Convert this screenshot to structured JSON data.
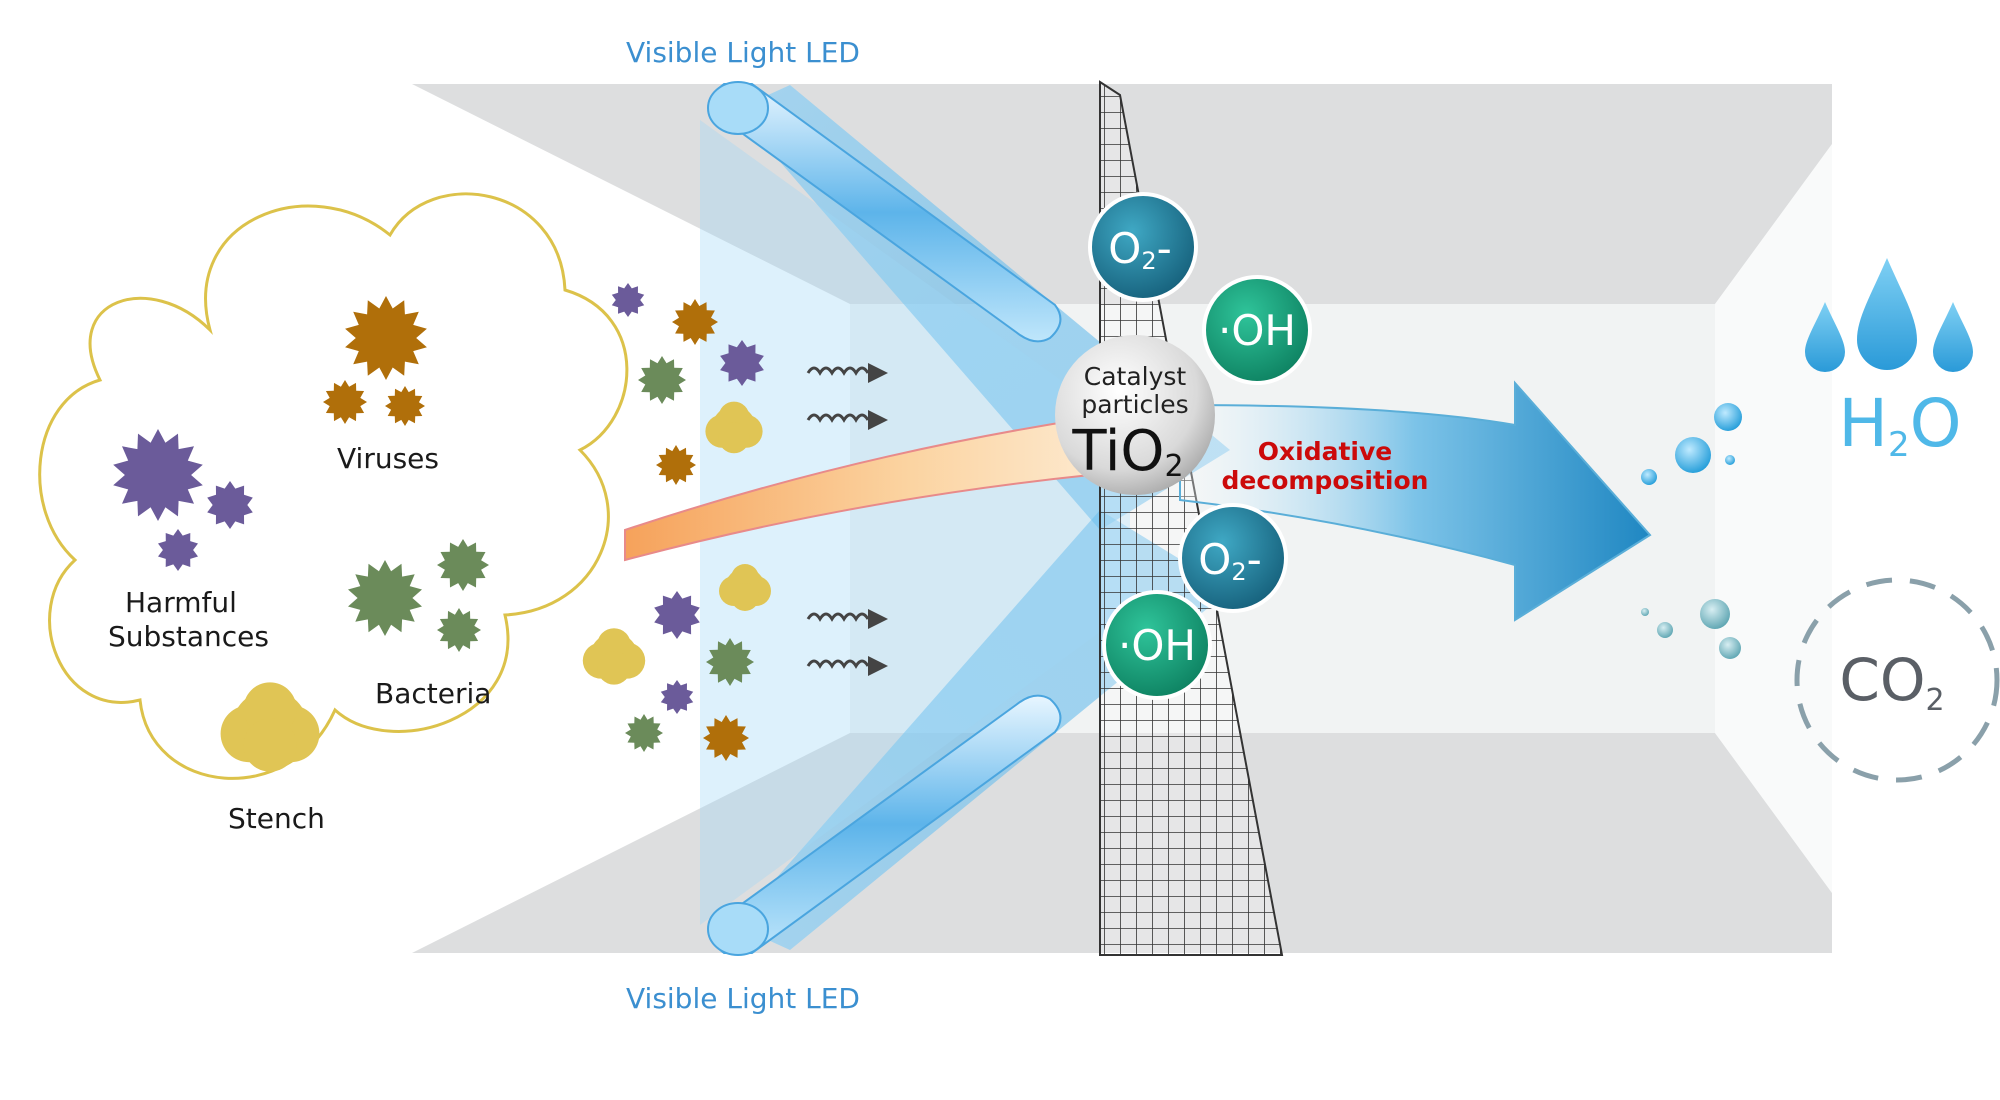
{
  "leds": {
    "top_label": "Visible Light LED",
    "bottom_label": "Visible Light LED"
  },
  "pollutants": {
    "viruses": "Viruses",
    "harmful_line1": "Harmful",
    "harmful_line2": "Substances",
    "bacteria": "Bacteria",
    "stench": "Stench"
  },
  "catalyst": {
    "line1": "Catalyst",
    "line2": "particles",
    "formula": "TiO",
    "subscript": "2"
  },
  "radicals": {
    "superoxide": "O",
    "superoxide_sub": "2",
    "superoxide_charge": "-",
    "hydroxyl": "·OH"
  },
  "process": {
    "line1": "Oxidative",
    "line2": "decomposition"
  },
  "products": {
    "water_h": "H",
    "water_sub": "2",
    "water_o": "O",
    "co2_main": "CO",
    "co2_sub": "2"
  },
  "colors": {
    "virus": "#b06f0a",
    "harmful": "#6b5b9a",
    "bacteria": "#6b8b5a",
    "stench": "#e0c555",
    "radical_o2": "#1d7a96",
    "radical_oh": "#12a07a",
    "led_blue": "#3b8fd0",
    "oxidative_red": "#cc0a0a"
  }
}
